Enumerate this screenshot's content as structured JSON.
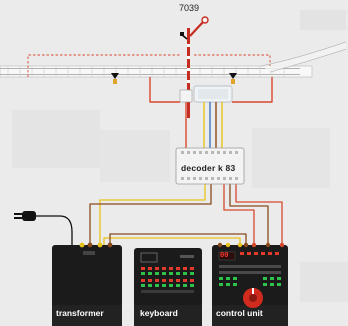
{
  "signal": {
    "number": "7039"
  },
  "decoder": {
    "label": "decoder k 83"
  },
  "units": {
    "transformer": {
      "label": "transformer"
    },
    "keyboard": {
      "label": "keyboard"
    },
    "control_unit": {
      "label": "control unit",
      "display": "00"
    }
  },
  "colors": {
    "wire_red": "#d8482e",
    "wire_brown": "#8a4a1c",
    "wire_yellow": "#e8c21a",
    "wire_blue": "#3a73c2",
    "device_body": "#1b1b1b",
    "decoder_body": "#f3f3f3",
    "led_green": "#2fc24a",
    "led_red": "#e23b2b"
  },
  "icons": [
    "signal-icon",
    "uncoupler-marker-icon",
    "power-plug-icon",
    "control-knob-icon"
  ]
}
